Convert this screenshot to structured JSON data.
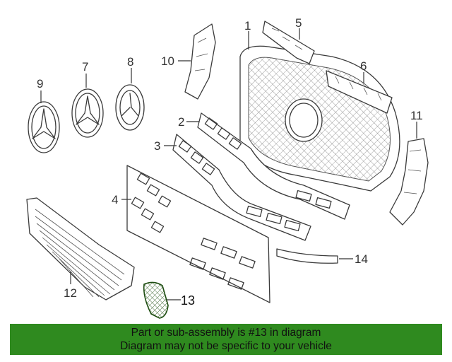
{
  "diagram": {
    "callouts": [
      {
        "id": "c1",
        "text": "1"
      },
      {
        "id": "c2",
        "text": "2"
      },
      {
        "id": "c3",
        "text": "3"
      },
      {
        "id": "c4",
        "text": "4"
      },
      {
        "id": "c5",
        "text": "5"
      },
      {
        "id": "c6",
        "text": "6"
      },
      {
        "id": "c7",
        "text": "7"
      },
      {
        "id": "c8",
        "text": "8"
      },
      {
        "id": "c9",
        "text": "9"
      },
      {
        "id": "c10",
        "text": "10"
      },
      {
        "id": "c11",
        "text": "11"
      },
      {
        "id": "c12",
        "text": "12"
      },
      {
        "id": "c13",
        "text": "13"
      },
      {
        "id": "c14",
        "text": "14"
      }
    ],
    "highlight_color": "#2e6b1a"
  },
  "banner": {
    "line1": "Part or sub-assembly is #13 in diagram",
    "line2": "Diagram may not be specific to your vehicle",
    "background": "#2f8a1f"
  }
}
